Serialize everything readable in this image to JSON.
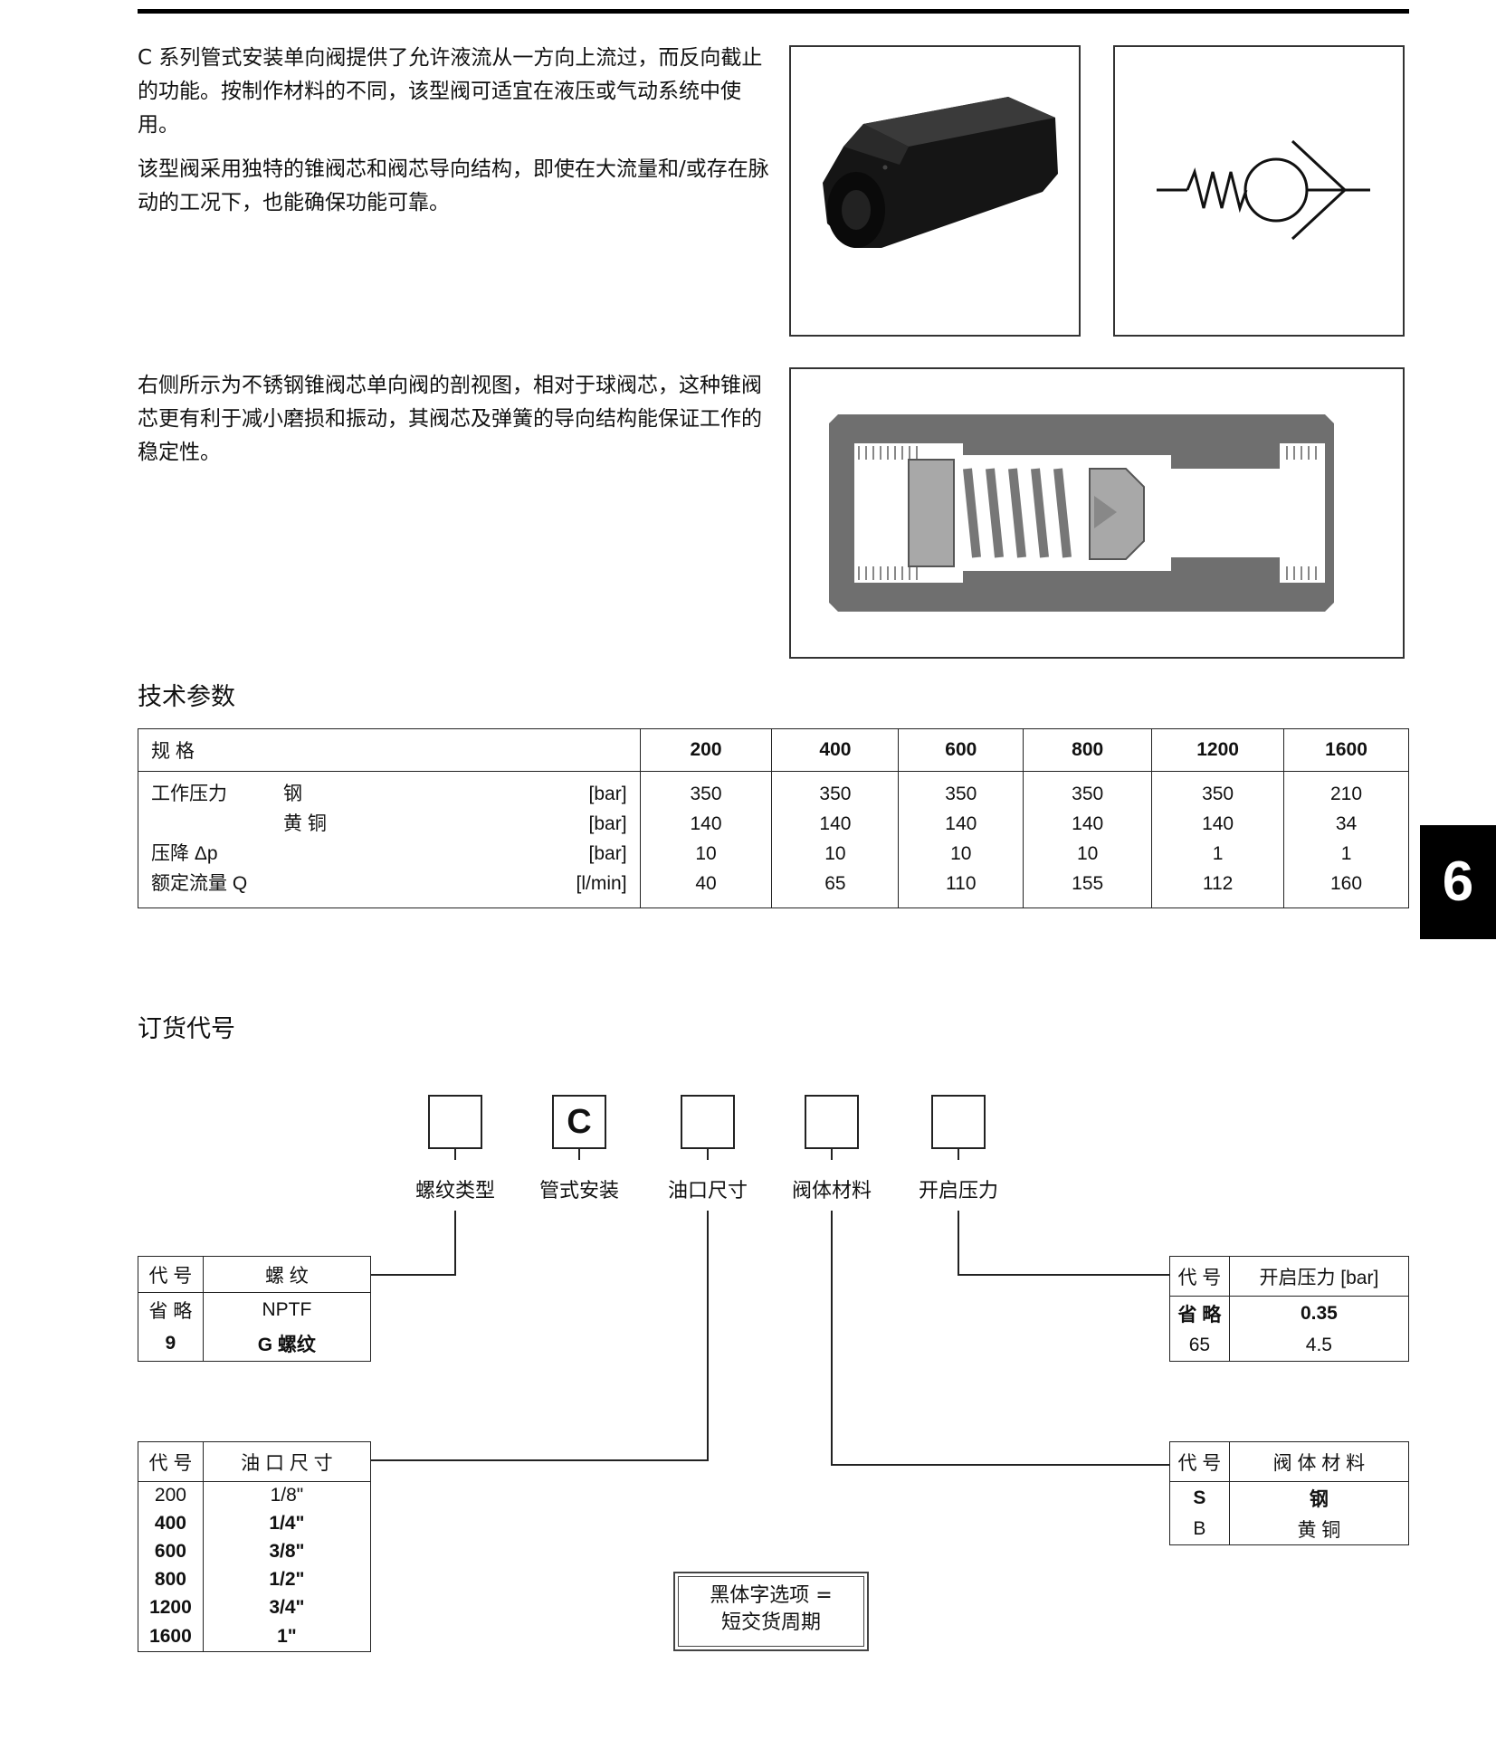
{
  "intro": {
    "p1": "C 系列管式安装单向阀提供了允许液流从一方向上流过，而反向截止的功能。按制作材料的不同，该型阀可适宜在液压或气动系统中使用。",
    "p2": "该型阀采用独特的锥阀芯和阀芯导向结构，即使在大流量和/或存在脉动的工况下，也能确保功能可靠。",
    "p3": "右侧所示为不锈钢锥阀芯单向阀的剖视图，相对于球阀芯，这种锥阀芯更有利于减小磨损和振动，其阀芯及弹簧的导向结构能保证工作的稳定性。"
  },
  "spec": {
    "heading": "技术参数",
    "size_label": "规 格",
    "sizes": [
      "200",
      "400",
      "600",
      "800",
      "1200",
      "1600"
    ],
    "rows": [
      {
        "label": "工作压力",
        "sub": "钢",
        "unit": "[bar]",
        "values": [
          "350",
          "350",
          "350",
          "350",
          "350",
          "210"
        ]
      },
      {
        "label": "",
        "sub": "黄 铜",
        "unit": "[bar]",
        "values": [
          "140",
          "140",
          "140",
          "140",
          "140",
          "34"
        ]
      },
      {
        "label": "压降 Δp",
        "sub": "",
        "unit": "[bar]",
        "values": [
          "10",
          "10",
          "10",
          "10",
          "1",
          "1"
        ]
      },
      {
        "label": "额定流量  Q",
        "sub": "",
        "unit": "[l/min]",
        "values": [
          "40",
          "65",
          "110",
          "155",
          "112",
          "160"
        ]
      }
    ]
  },
  "section_tab": "6",
  "order": {
    "heading": "订货代号",
    "fixed_code": "C",
    "fields": [
      "螺纹类型",
      "管式安装",
      "油口尺寸",
      "阀体材料",
      "开启压力"
    ],
    "thread_table": {
      "h_code": "代 号",
      "h_desc": "螺 纹",
      "rows": [
        {
          "code": "省 略",
          "desc": "NPTF"
        },
        {
          "code": "9",
          "desc": "G  螺纹"
        }
      ]
    },
    "port_table": {
      "h_code": "代 号",
      "h_desc": "油 口 尺 寸",
      "rows": [
        {
          "code": "200",
          "desc": "1/8\""
        },
        {
          "code": "400",
          "desc": "1/4\""
        },
        {
          "code": "600",
          "desc": "3/8\""
        },
        {
          "code": "800",
          "desc": "1/2\""
        },
        {
          "code": "1200",
          "desc": "3/4\""
        },
        {
          "code": "1600",
          "desc": "1\""
        }
      ]
    },
    "crack_table": {
      "h_code": "代 号",
      "h_desc": "开启压力 [bar]",
      "rows": [
        {
          "code": "省 略",
          "desc": "0.35"
        },
        {
          "code": "65",
          "desc": "4.5"
        }
      ]
    },
    "material_table": {
      "h_code": "代 号",
      "h_desc": "阀 体 材 料",
      "rows": [
        {
          "code": "S",
          "desc": "钢"
        },
        {
          "code": "B",
          "desc": "黄 铜"
        }
      ]
    },
    "note": [
      "黑体字选项 =",
      "短交货周期"
    ]
  }
}
